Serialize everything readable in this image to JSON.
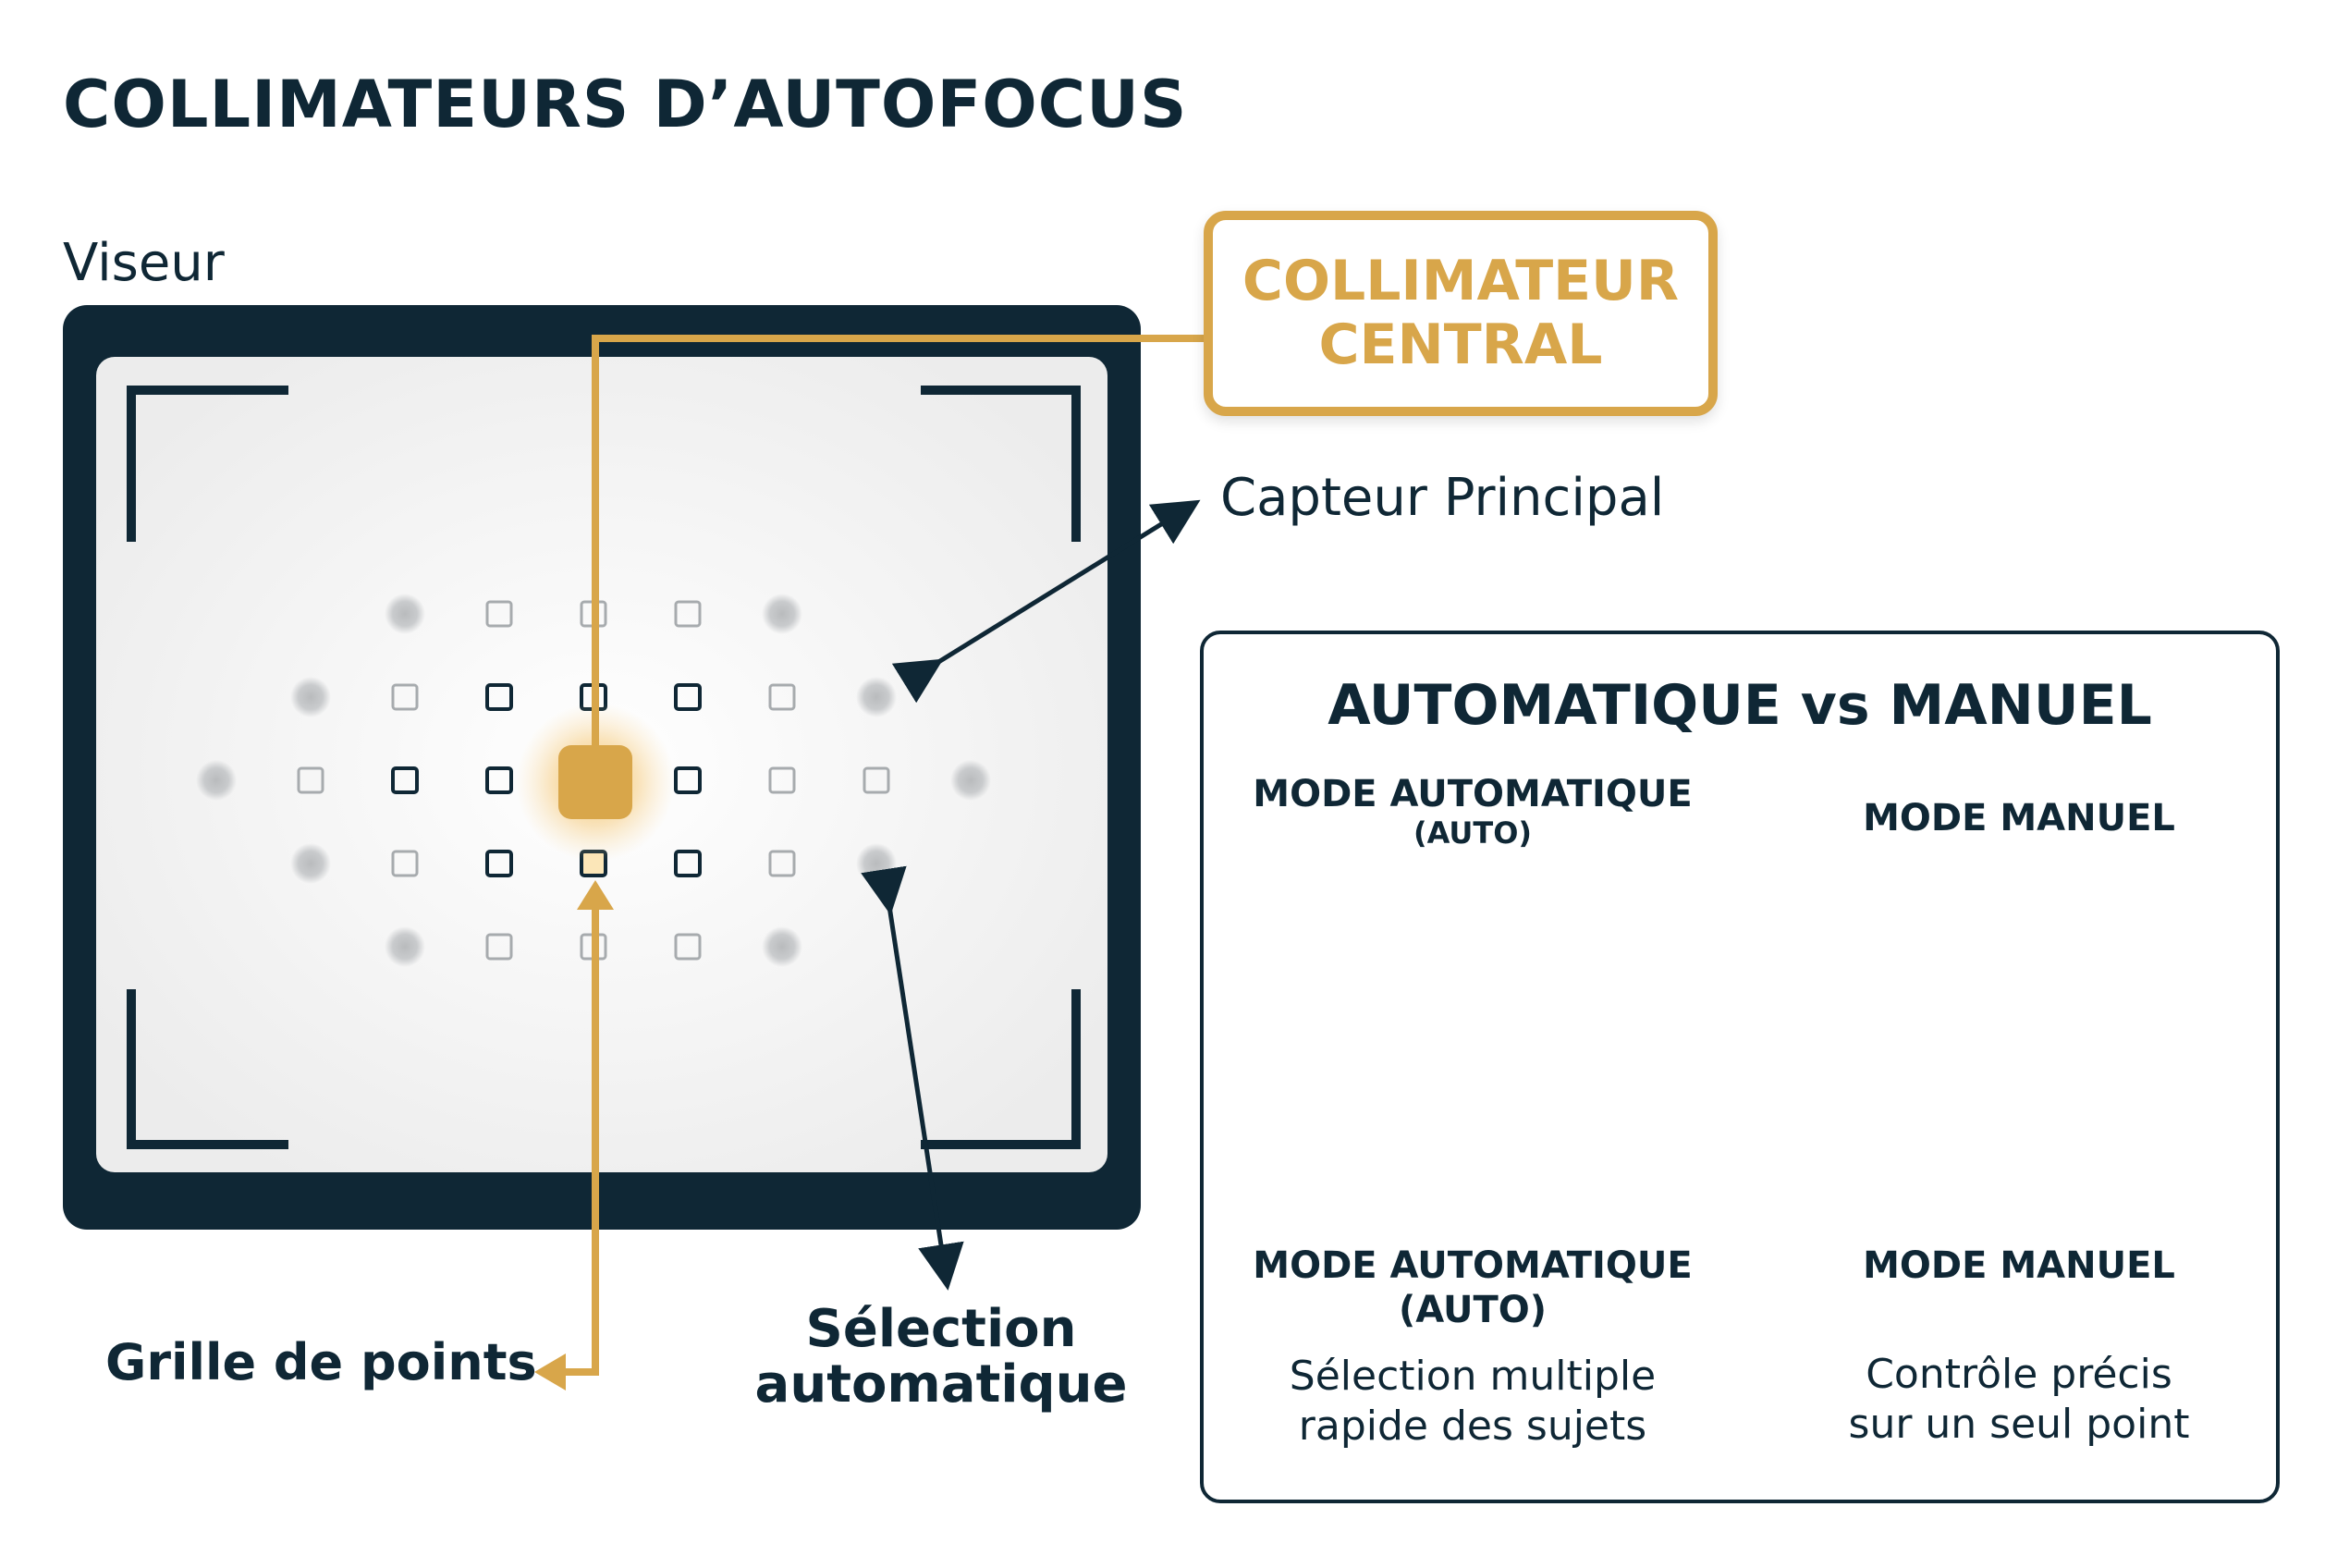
{
  "title": "COLLIMATEURS D’AUTOFOCUS",
  "viewfinder": {
    "label": "Viseur",
    "callout": {
      "line1": "COLLIMATEUR",
      "line2": "CENTRAL"
    },
    "annotations": {
      "capteur": "Capteur Principal",
      "grille": "Grille de points",
      "selection_line1": "Sélection",
      "selection_line2": "automatique"
    }
  },
  "comparison": {
    "title": "AUTOMATIQUE vs MANUEL",
    "auto": {
      "heading": "MODE AUTOMATIQUE",
      "sub": "(AUTO)",
      "caption_heading": "MODE AUTOMATIQUE",
      "caption_sub": "(AUTO)",
      "desc_line1": "Sélection multiple",
      "desc_line2": "rapide des sujets"
    },
    "manual": {
      "heading": "MODE MANUEL",
      "caption_heading": "MODE MANUEL",
      "desc_line1": "Contrôle précis",
      "desc_line2": "sur un seul point"
    }
  },
  "colors": {
    "navy": "#0f2735",
    "gold": "#d8a64a",
    "red": "#e0483a",
    "grey": "#c6c8ca"
  }
}
